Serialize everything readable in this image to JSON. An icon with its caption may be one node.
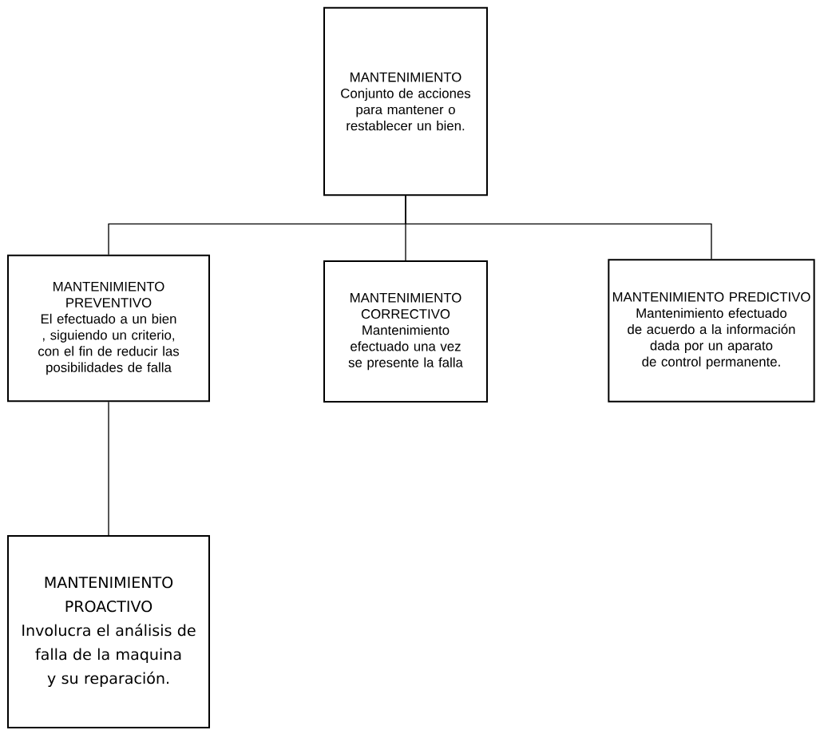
{
  "diagram": {
    "nodes": [
      {
        "text": [
          "MANTENIMIENTO",
          "Conjunto de acciones para mantener o restablecer un bien."
        ]
      },
      {
        "text": [
          "MANTENIMIENTO PREVENTIVO",
          "El efectuado a un bien , siguiendo un criterio, con el fin de reducir las posibilidades de falla"
        ]
      },
      {
        "text": [
          "MANTENIMIENTO CORRECTIVO",
          "Mantenimiento efectuado una vez se presente la falla"
        ]
      },
      {
        "text": [
          "MANTENIMIENTO PREDICTIVO",
          "Mantenimiento efectuado de acuerdo a la información dada por un aparato de control permanente."
        ]
      },
      {
        "text": [
          "MANTENIMIENTO PROACTIVO",
          "Involucra el análisis de falla de la maquina y su reparación."
        ]
      }
    ],
    "edges": [
      {
        "from": 0,
        "to": 1,
        "arrow": "none"
      },
      {
        "from": 0,
        "to": 2,
        "arrow": "none"
      },
      {
        "from": 0,
        "to": 3,
        "arrow": "none"
      },
      {
        "from": 1,
        "to": 4,
        "arrow": "none"
      }
    ]
  }
}
